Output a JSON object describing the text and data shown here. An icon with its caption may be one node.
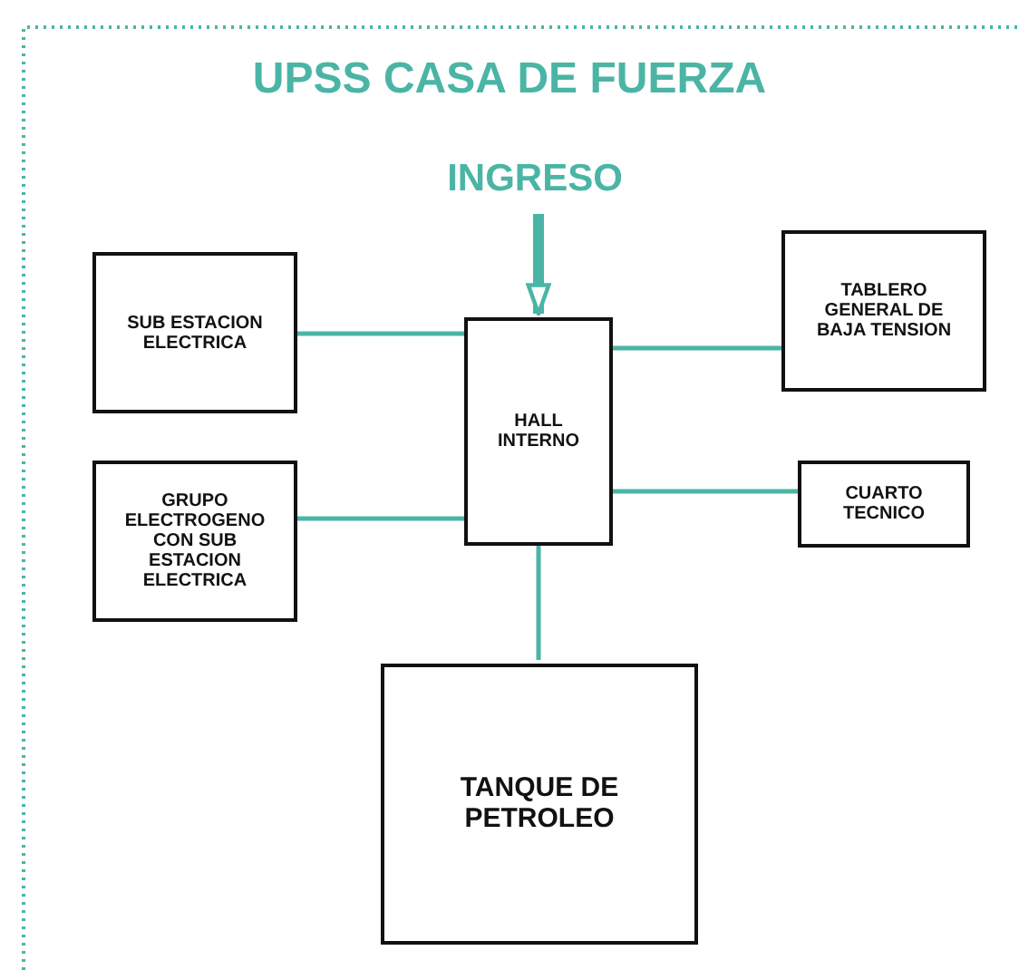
{
  "diagram": {
    "title": "UPSS CASA DE FUERZA",
    "nodes": [
      {
        "text": [
          "INGRESO"
        ]
      },
      {
        "text": [
          "SUB ESTACION ELECTRICA"
        ]
      },
      {
        "text": [
          "HALL INTERNO"
        ]
      },
      {
        "text": [
          "TABLERO GENERAL DE BAJA TENSION"
        ]
      },
      {
        "text": [
          "GRUPO ELECTROGENO CON SUB ESTACION ELECTRICA"
        ]
      },
      {
        "text": [
          "CUARTO TECNICO"
        ]
      },
      {
        "text": [
          "TANQUE DE PETROLEO"
        ]
      }
    ],
    "edges": [
      {
        "from": 0,
        "to": 2,
        "arrow": "to",
        "style": "thick"
      },
      {
        "from": 1,
        "to": 2,
        "arrow": "none"
      },
      {
        "from": 2,
        "to": 3,
        "arrow": "none"
      },
      {
        "from": 4,
        "to": 2,
        "arrow": "none"
      },
      {
        "from": 2,
        "to": 5,
        "arrow": "none"
      },
      {
        "from": 2,
        "to": 6,
        "arrow": "none"
      }
    ]
  }
}
